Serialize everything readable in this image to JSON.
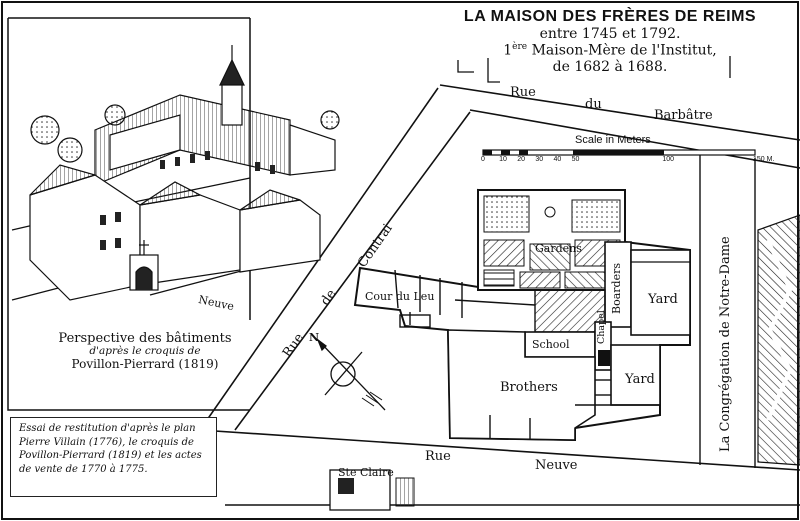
{
  "title": {
    "line1": "LA MAISON DES FRÈRES DE REIMS",
    "line2": "entre 1745 et 1792.",
    "line3_sup": "ère",
    "line3_prefix": "1",
    "line3_rest": " Maison-Mère de l'Institut,",
    "line4": "de 1682 à 1688."
  },
  "scale": {
    "title": "Scale in Meters",
    "ticks": [
      "0",
      "10",
      "20",
      "30",
      "40",
      "50",
      "100",
      "150 M."
    ],
    "tick_values_m": [
      0,
      10,
      20,
      30,
      40,
      50,
      100,
      150
    ]
  },
  "streets": {
    "barbatre_1": "Rue",
    "barbatre_2": "du",
    "barbatre_3": "Barbâtre",
    "contrai_1": "Rue",
    "contrai_2": "de",
    "contrai_3": "Contrai",
    "neuve_1": "Rue",
    "neuve_2": "Neuve",
    "neuve_persp": "Neuve",
    "congregation": "La Congrégation de Notre-Dame",
    "ste_claire": "Ste Claire"
  },
  "rooms": {
    "cour": "Cour du Leu",
    "gardens": "Gardens",
    "boarders": "Boarders",
    "yard1": "Yard",
    "school": "School",
    "chapel": "Chapel",
    "yard2": "Yard",
    "brothers": "Brothers"
  },
  "compass": {
    "north": "N"
  },
  "perspective": {
    "caption1": "Perspective des bâtiments",
    "caption2": "d'après le croquis de",
    "caption3": "Povillon-Pierrard (1819)"
  },
  "note": {
    "text": "Essai de restitution d'après le plan Pierre Villain (1776), le croquis de Povillon-Pierrard (1819) et les actes de vente de 1770 à 1775."
  },
  "colors": {
    "ink": "#111111",
    "paper": "#ffffff"
  }
}
